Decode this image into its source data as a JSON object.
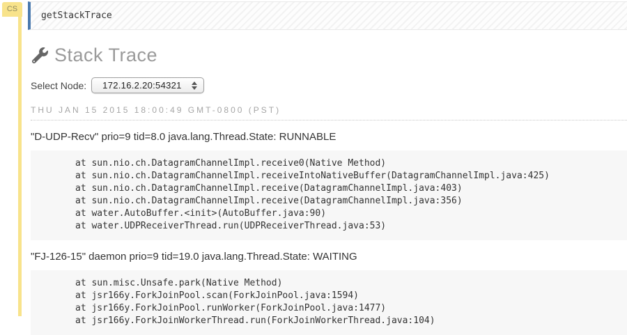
{
  "cell": {
    "badge": "CS",
    "input": "getStackTrace"
  },
  "header": {
    "icon": "wrench-icon",
    "title": "Stack Trace"
  },
  "node_selector": {
    "label": "Select Node:",
    "selected": "172.16.2.20:54321"
  },
  "timestamp": "THU JAN 15 2015 18:00:49 GMT-0800 (PST)",
  "threads": [
    {
      "header": "\"D-UDP-Recv\" prio=9 tid=8.0 java.lang.Thread.State: RUNNABLE",
      "frames": [
        "at sun.nio.ch.DatagramChannelImpl.receive0(Native Method)",
        "at sun.nio.ch.DatagramChannelImpl.receiveIntoNativeBuffer(DatagramChannelImpl.java:425)",
        "at sun.nio.ch.DatagramChannelImpl.receive(DatagramChannelImpl.java:403)",
        "at sun.nio.ch.DatagramChannelImpl.receive(DatagramChannelImpl.java:356)",
        "at water.AutoBuffer.<init>(AutoBuffer.java:90)",
        "at water.UDPReceiverThread.run(UDPReceiverThread.java:53)"
      ]
    },
    {
      "header": "\"FJ-126-15\" daemon prio=9 tid=19.0 java.lang.Thread.State: WAITING",
      "frames": [
        "at sun.misc.Unsafe.park(Native Method)",
        "at jsr166y.ForkJoinPool.scan(ForkJoinPool.java:1594)",
        "at jsr166y.ForkJoinPool.runWorker(ForkJoinPool.java:1477)",
        "at jsr166y.ForkJoinWorkerThread.run(ForkJoinWorkerThread.java:104)"
      ]
    }
  ],
  "colors": {
    "accent_yellow": "#f8e38b",
    "cell_border_blue": "#4a79ae",
    "code_block_bg": "#f7f7f7",
    "heading_gray": "#9a9a9a",
    "timestamp_gray": "#a5a5a5"
  }
}
